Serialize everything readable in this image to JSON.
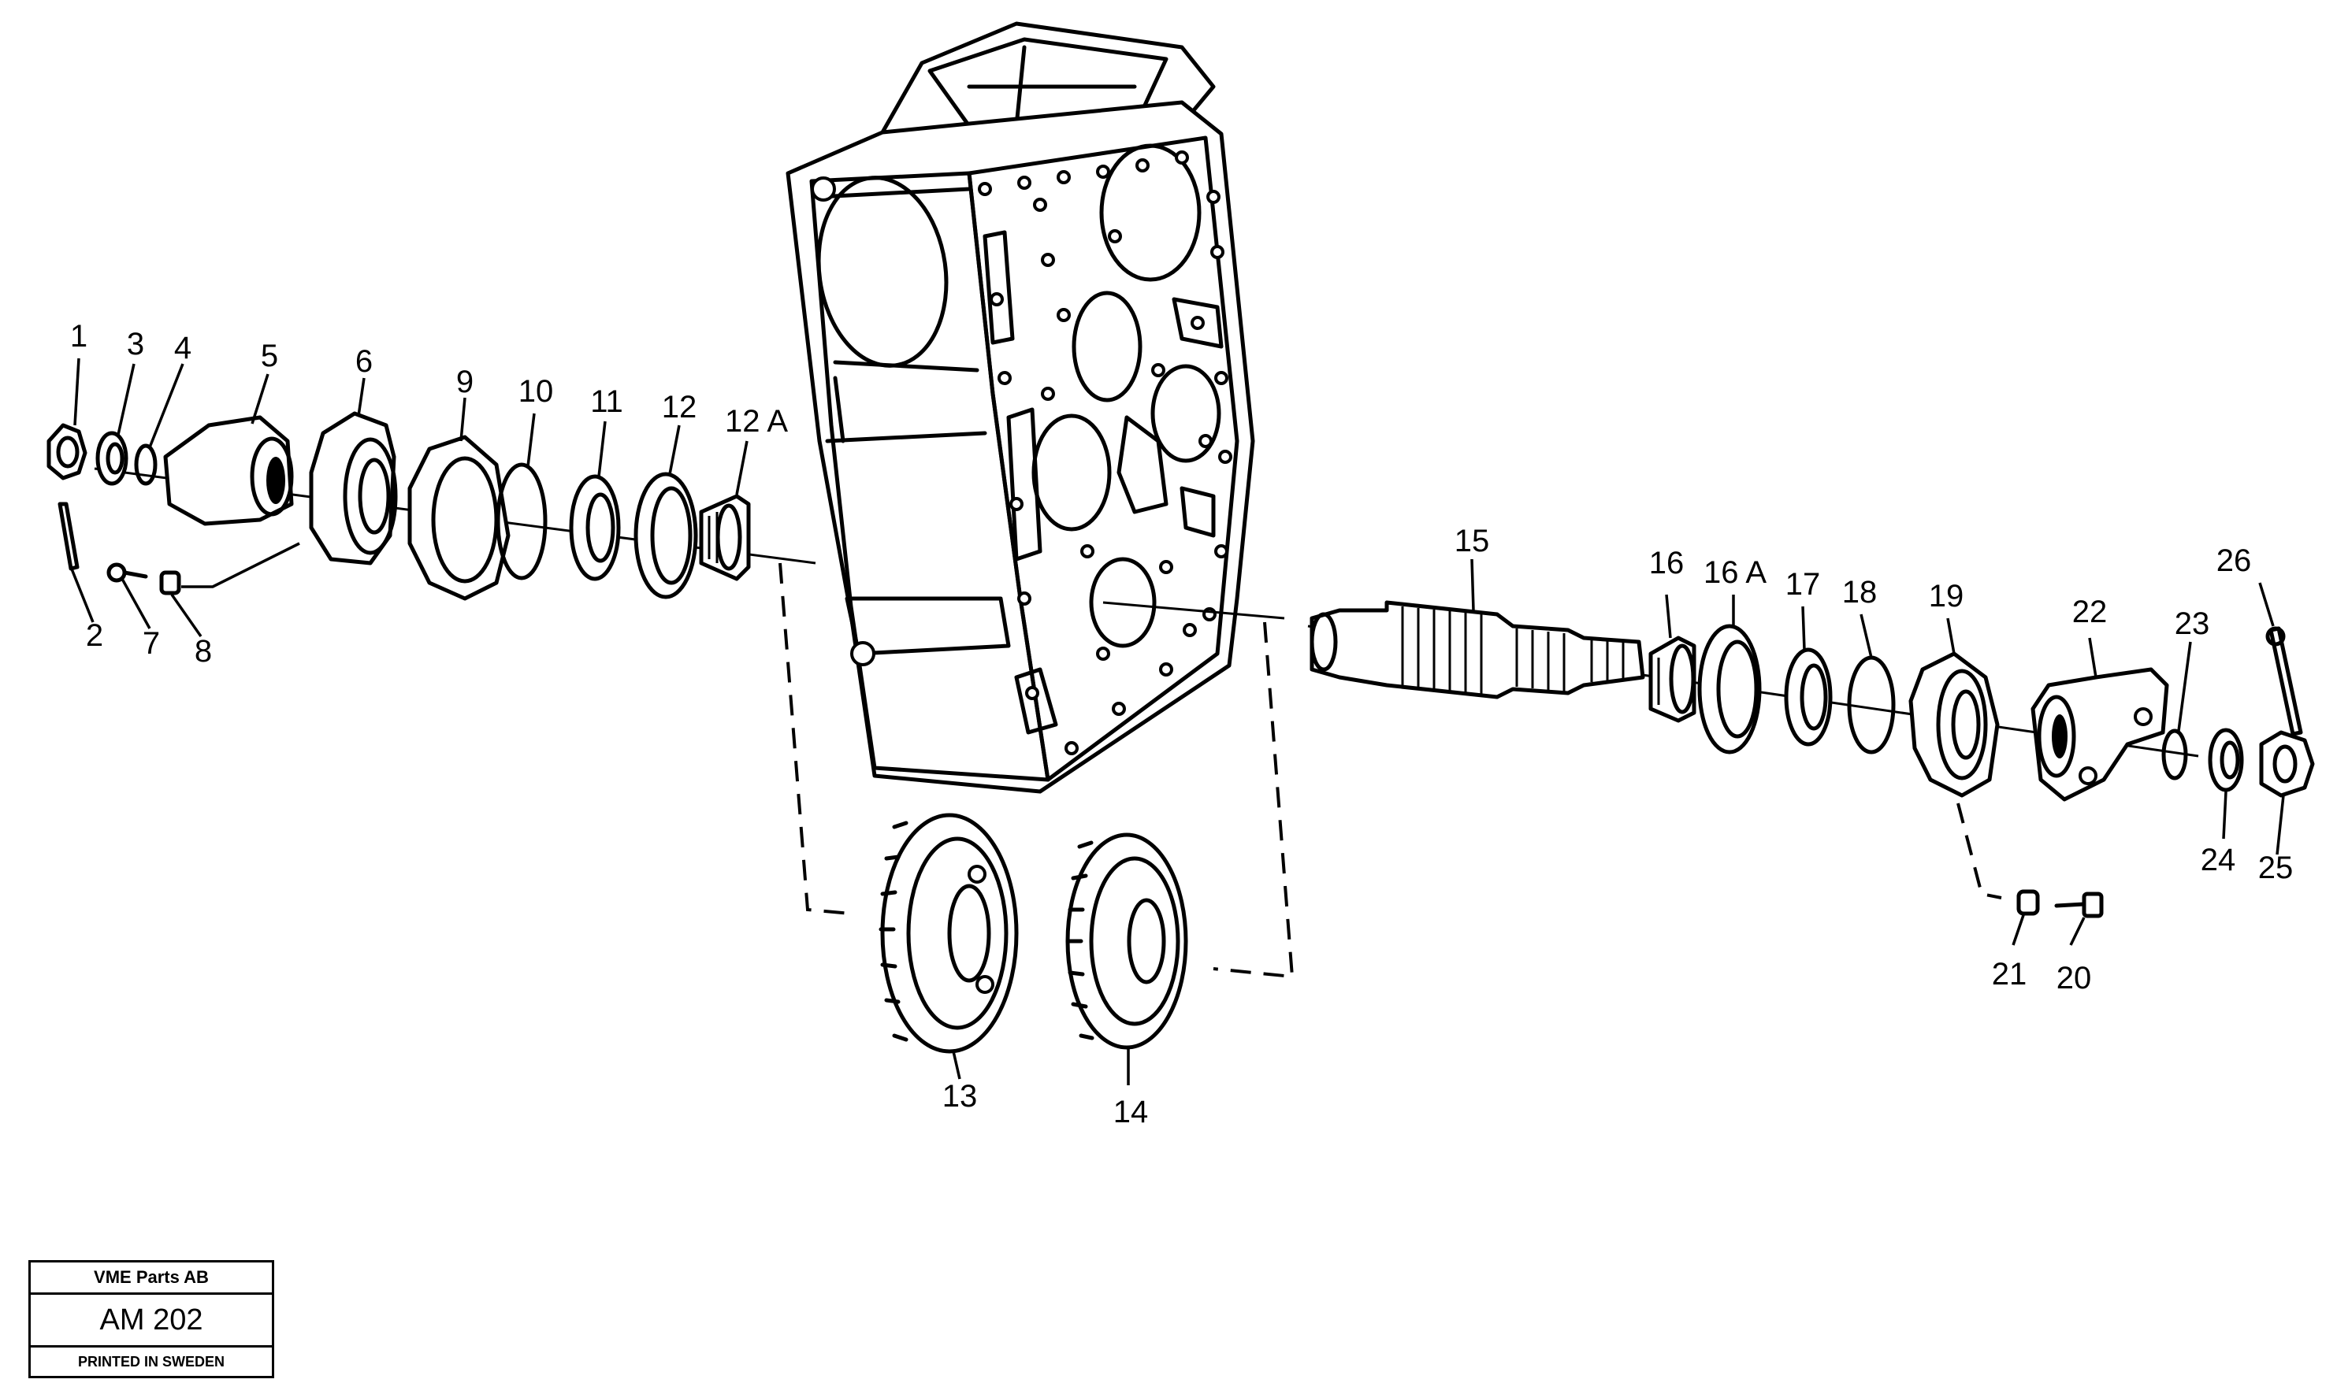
{
  "diagram": {
    "callouts": [
      {
        "id": "1",
        "label": "1"
      },
      {
        "id": "2",
        "label": "2"
      },
      {
        "id": "3",
        "label": "3"
      },
      {
        "id": "4",
        "label": "4"
      },
      {
        "id": "5",
        "label": "5"
      },
      {
        "id": "6",
        "label": "6"
      },
      {
        "id": "7",
        "label": "7"
      },
      {
        "id": "8",
        "label": "8"
      },
      {
        "id": "9",
        "label": "9"
      },
      {
        "id": "10",
        "label": "10"
      },
      {
        "id": "11",
        "label": "11"
      },
      {
        "id": "12",
        "label": "12"
      },
      {
        "id": "12A",
        "label": "12 A"
      },
      {
        "id": "13",
        "label": "13"
      },
      {
        "id": "14",
        "label": "14"
      },
      {
        "id": "15",
        "label": "15"
      },
      {
        "id": "16",
        "label": "16"
      },
      {
        "id": "16A",
        "label": "16 A"
      },
      {
        "id": "17",
        "label": "17"
      },
      {
        "id": "18",
        "label": "18"
      },
      {
        "id": "19",
        "label": "19"
      },
      {
        "id": "20",
        "label": "20"
      },
      {
        "id": "21",
        "label": "21"
      },
      {
        "id": "22",
        "label": "22"
      },
      {
        "id": "23",
        "label": "23"
      },
      {
        "id": "24",
        "label": "24"
      },
      {
        "id": "25",
        "label": "25"
      },
      {
        "id": "26",
        "label": "26"
      }
    ]
  },
  "title_block": {
    "company": "VME Parts AB",
    "code": "AM 202",
    "printed": "PRINTED IN SWEDEN"
  }
}
